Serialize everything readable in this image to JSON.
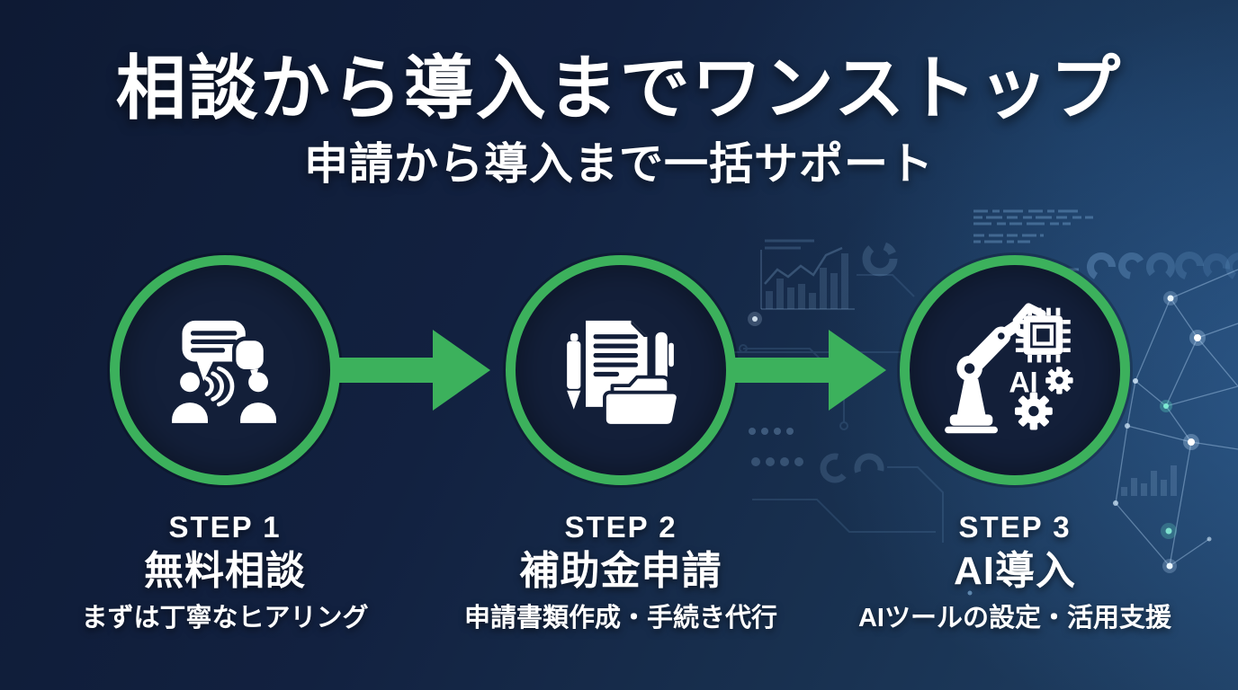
{
  "title": "相談から導入までワンストップ",
  "subtitle": "申請から導入まで一括サポート",
  "colors": {
    "background_top_left": "#0e1a34",
    "background_bottom_right": "#1f3f63",
    "accent_green": "#3cb15c",
    "circle_fill": "#131f39",
    "text": "#ffffff"
  },
  "steps": [
    {
      "step_label": "STEP 1",
      "title": "無料相談",
      "caption": "まずは丁寧なヒアリング",
      "icon": "consultation-chat-icon"
    },
    {
      "step_label": "STEP 2",
      "title": "補助金申請",
      "caption": "申請書類作成・手続き代行",
      "icon": "application-documents-icon"
    },
    {
      "step_label": "STEP 3",
      "title": "AI導入",
      "caption": "AIツールの設定・活用支援",
      "icon": "ai-robot-arm-icon",
      "icon_text": "AI"
    }
  ],
  "arrow_icon": "green-right-arrow"
}
